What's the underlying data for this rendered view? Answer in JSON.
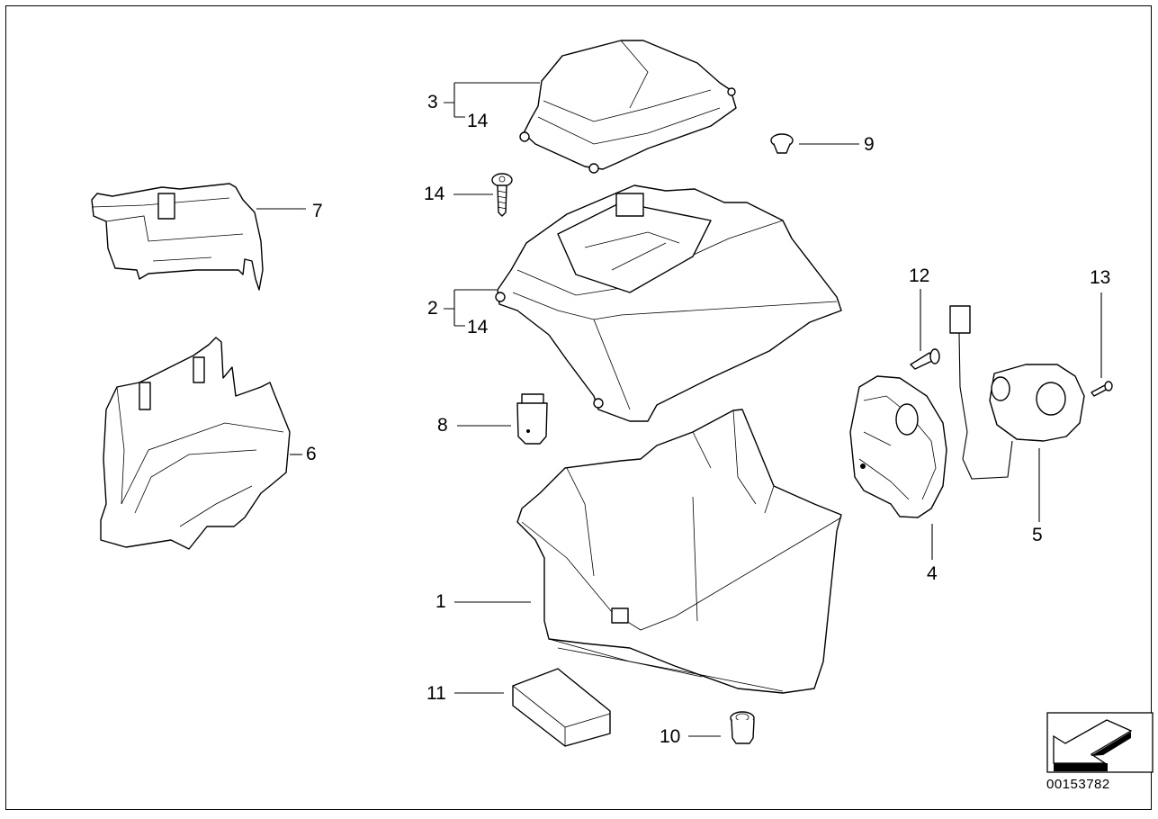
{
  "diagram": {
    "title": "Parts diagram – battery/electronics housing assembly",
    "document_id": "00153782",
    "callouts": [
      {
        "id": "1",
        "label": "1",
        "part": "lower-housing"
      },
      {
        "id": "2",
        "label": "2",
        "part": "upper-housing"
      },
      {
        "id": "2-14",
        "label": "14",
        "part": "upper-housing-screw-ref"
      },
      {
        "id": "3",
        "label": "3",
        "part": "cover"
      },
      {
        "id": "3-14",
        "label": "14",
        "part": "cover-screw-ref"
      },
      {
        "id": "4",
        "label": "4",
        "part": "round-bracket"
      },
      {
        "id": "5",
        "label": "5",
        "part": "fan-blower-with-cable"
      },
      {
        "id": "6",
        "label": "6",
        "part": "holder-tray"
      },
      {
        "id": "7",
        "label": "7",
        "part": "cover-plate"
      },
      {
        "id": "8",
        "label": "8",
        "part": "clip"
      },
      {
        "id": "9",
        "label": "9",
        "part": "grommet-plug"
      },
      {
        "id": "10",
        "label": "10",
        "part": "rubber-grommet"
      },
      {
        "id": "11",
        "label": "11",
        "part": "foam-block"
      },
      {
        "id": "12",
        "label": "12",
        "part": "self-tapping-screw"
      },
      {
        "id": "13",
        "label": "13",
        "part": "small-screw"
      },
      {
        "id": "14",
        "label": "14",
        "part": "screw"
      }
    ],
    "nav_icon": "arrow-back-icon"
  }
}
